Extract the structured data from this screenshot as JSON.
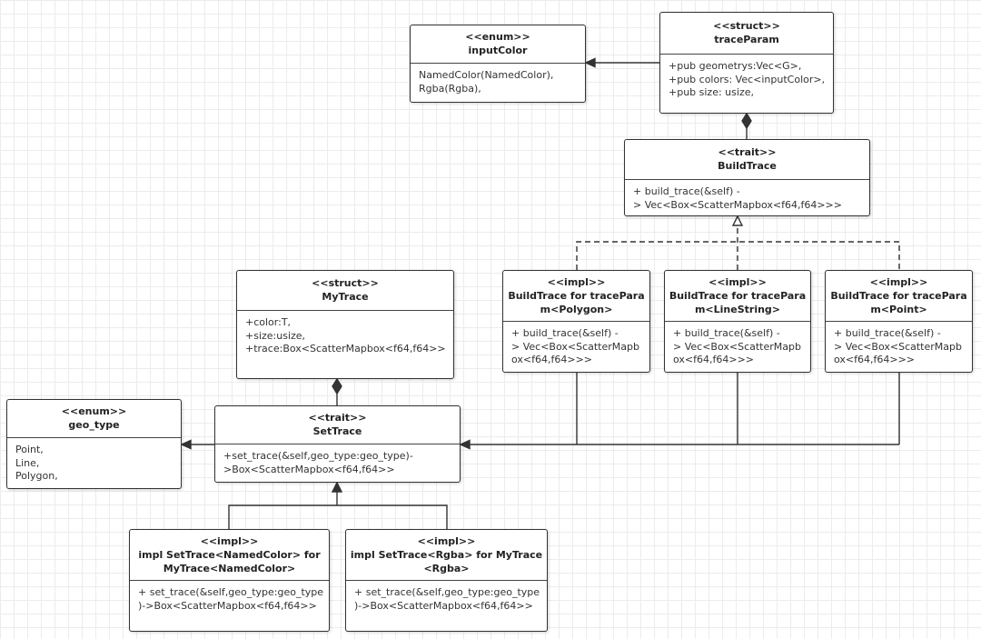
{
  "nodes": [
    {
      "id": "inputColor",
      "stereotype": "<<enum>>",
      "name": "inputColor",
      "members": [
        "NamedColor(NamedColor),",
        "Rgba(Rgba),"
      ]
    },
    {
      "id": "traceParam",
      "stereotype": "<<struct>>",
      "name": "traceParam",
      "members": [
        "+pub geometrys:Vec<G>,",
        "+pub colors: Vec<inputColor>,",
        "+pub size: usize,"
      ]
    },
    {
      "id": "BuildTrace",
      "stereotype": "<<trait>>",
      "name": "BuildTrace",
      "members": [
        "+ build_trace(&self) -",
        "> Vec<Box<ScatterMapbox<f64,f64>>>"
      ]
    },
    {
      "id": "implPolygon",
      "stereotype": "<<impl>>",
      "name": "BuildTrace for tracePara\nm<Polygon>",
      "members": [
        "+ build_trace(&self) -",
        "> Vec<Box<ScatterMapb",
        "ox<f64,f64>>>"
      ]
    },
    {
      "id": "implLineString",
      "stereotype": "<<impl>>",
      "name": "BuildTrace for tracePara\nm<LineString>",
      "members": [
        "+ build_trace(&self) -",
        "> Vec<Box<ScatterMapb",
        "ox<f64,f64>>>"
      ]
    },
    {
      "id": "implPoint",
      "stereotype": "<<impl>>",
      "name": "BuildTrace for tracePara\nm<Point>",
      "members": [
        "+ build_trace(&self) -",
        "> Vec<Box<ScatterMapb",
        "ox<f64,f64>>>"
      ]
    },
    {
      "id": "MyTrace",
      "stereotype": "<<struct>>",
      "name": "MyTrace",
      "members": [
        "+color:T,",
        "+size:usize,",
        "+trace:Box<ScatterMapbox<f64,f64>>"
      ]
    },
    {
      "id": "geo_type",
      "stereotype": "<<enum>>",
      "name": "geo_type",
      "members": [
        "Point,",
        "Line,",
        "Polygon,"
      ]
    },
    {
      "id": "SetTrace",
      "stereotype": "<<trait>>",
      "name": "SetTrace",
      "members": [
        "+set_trace(&self,geo_type:geo_type)-",
        ">Box<ScatterMapbox<f64,f64>>"
      ]
    },
    {
      "id": "implNamedColor",
      "stereotype": "<<impl>>",
      "name": "impl SetTrace<NamedColor> for\nMyTrace<NamedColor>",
      "members": [
        "+ set_trace(&self,geo_type:geo_type",
        ")->Box<ScatterMapbox<f64,f64>>"
      ]
    },
    {
      "id": "implRgba",
      "stereotype": "<<impl>>",
      "name": "impl SetTrace<Rgba> for MyTrace\n<Rgba>",
      "members": [
        "+ set_trace(&self,geo_type:geo_type",
        ")->Box<ScatterMapbox<f64,f64>>"
      ]
    }
  ],
  "edges": [
    {
      "from": "traceParam",
      "to": "inputColor",
      "kind": "association"
    },
    {
      "from": "traceParam",
      "to": "BuildTrace",
      "kind": "composition"
    },
    {
      "from": "implPolygon",
      "to": "BuildTrace",
      "kind": "realization"
    },
    {
      "from": "implLineString",
      "to": "BuildTrace",
      "kind": "realization"
    },
    {
      "from": "implPoint",
      "to": "BuildTrace",
      "kind": "realization"
    },
    {
      "from": "MyTrace",
      "to": "SetTrace",
      "kind": "composition"
    },
    {
      "from": "SetTrace",
      "to": "geo_type",
      "kind": "association"
    },
    {
      "from": "implPolygon",
      "to": "SetTrace",
      "kind": "association"
    },
    {
      "from": "implLineString",
      "to": "SetTrace",
      "kind": "association"
    },
    {
      "from": "implPoint",
      "to": "SetTrace",
      "kind": "association"
    },
    {
      "from": "implNamedColor",
      "to": "SetTrace",
      "kind": "inheritance"
    },
    {
      "from": "implRgba",
      "to": "SetTrace",
      "kind": "inheritance"
    }
  ],
  "colors": {
    "line": "#333333",
    "box_border": "#333333",
    "text": "#222222",
    "grid": "#ececec"
  }
}
